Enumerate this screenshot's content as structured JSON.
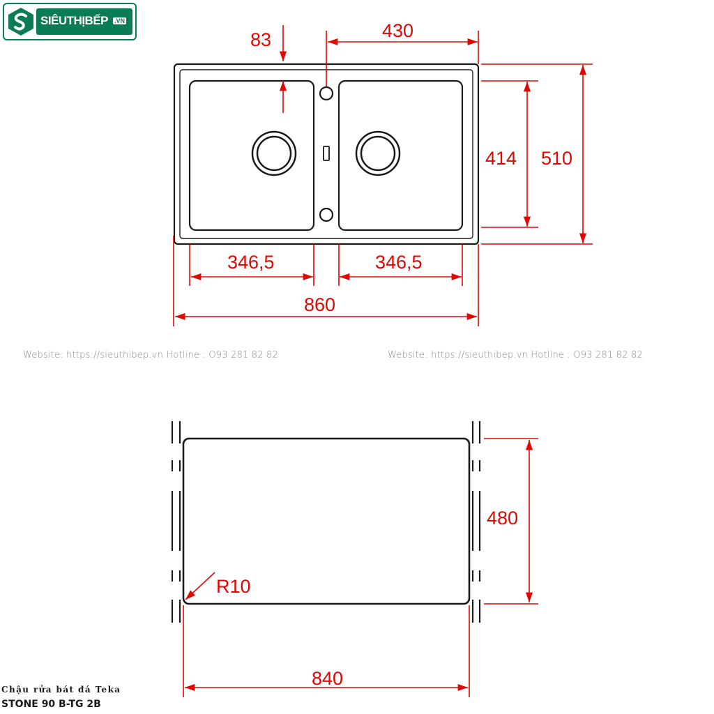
{
  "logo": {
    "brand": "SIÊUTHỊBẾP",
    "suffix": ".VN"
  },
  "top_view": {
    "dims": {
      "offset": "83",
      "half_width": "430",
      "bowl_depth": "414",
      "depth": "510",
      "bowl_left": "346,5",
      "bowl_right": "346,5",
      "width": "860"
    }
  },
  "cutout_view": {
    "dims": {
      "depth": "480",
      "radius": "R10",
      "width": "840"
    }
  },
  "watermark": {
    "left": "Website: https://sieuthibep.vn        Hotline : O93 281 82 82",
    "right": "Website: https://sieuthibep.vn Hotline : O93 281 82 82"
  },
  "caption": {
    "product": "Chậu rửa bát đá Teka",
    "model": "STONE 90 B-TG 2B"
  },
  "colors": {
    "dimension": "#e10600",
    "outline": "#1a1a1a",
    "brand": "#0a7d57"
  }
}
